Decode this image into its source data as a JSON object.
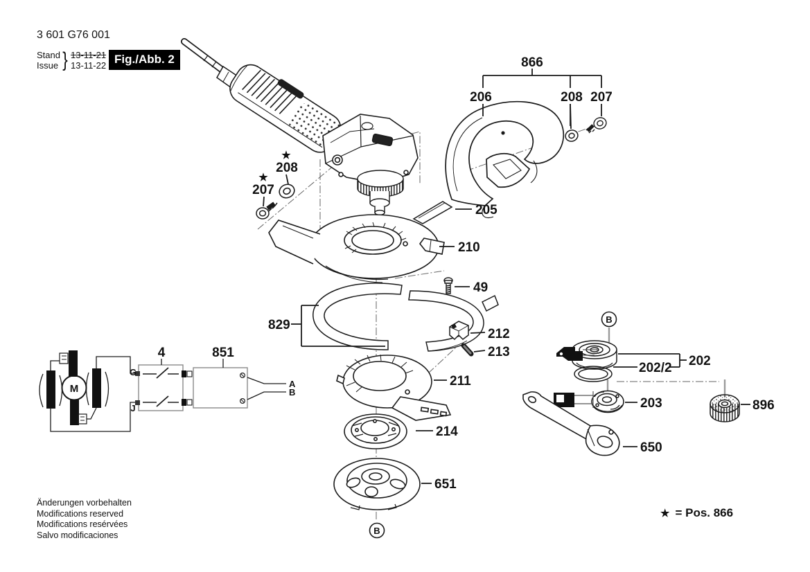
{
  "doc": {
    "part_number": "3 601 G76 001",
    "stand_label": "Stand",
    "issue_label": "Issue",
    "brace": "}",
    "stand_date": "13-11-21",
    "issue_date": "13-11-22",
    "fig_label": "Fig./Abb. 2"
  },
  "labels": {
    "p866": "866",
    "p206": "206",
    "p208_top": "208",
    "p207_top": "207",
    "star": "★",
    "p208_left": "208",
    "p207_left": "207",
    "p205": "205",
    "p210": "210",
    "p49": "49",
    "p829": "829",
    "p212": "212",
    "p213": "213",
    "p211": "211",
    "p214": "214",
    "p651": "651",
    "p202": "202",
    "p202_2": "202/2",
    "p203": "203",
    "p896": "896",
    "p650": "650",
    "p4": "4",
    "p851": "851",
    "tG": "G",
    "tJ": "J",
    "tA": "A",
    "tB": "B",
    "motor": "M",
    "circled_b": "B"
  },
  "footer": {
    "lines": [
      "Änderungen vorbehalten",
      "Modifications reserved",
      "Modifications resérvées",
      "Salvo modificaciones"
    ],
    "star_glyph": "★",
    "star_note": "= Pos. 866"
  },
  "colors": {
    "ink": "#1a1a1a",
    "gray_axis": "#9a9a9a",
    "fig_box_bg": "#000000",
    "fig_box_text": "#ffffff"
  }
}
